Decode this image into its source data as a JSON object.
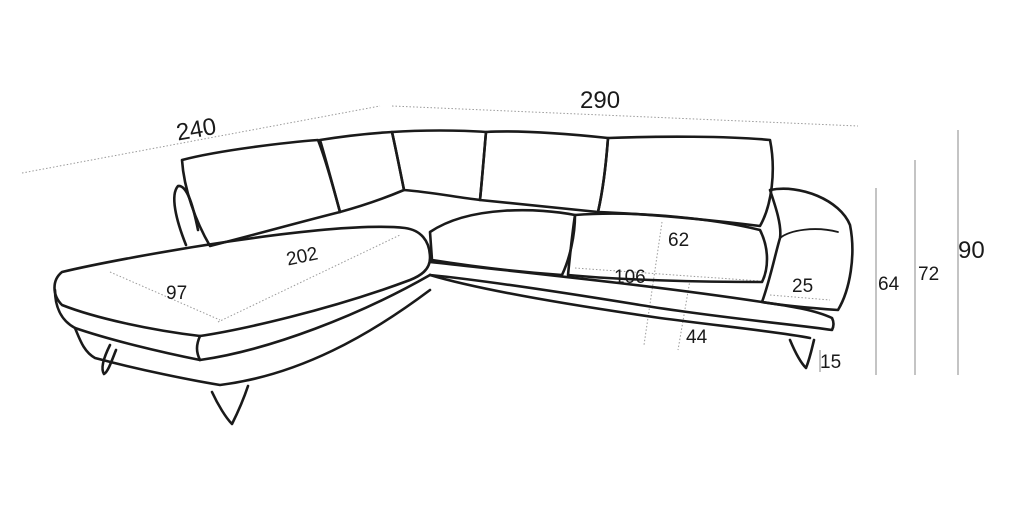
{
  "dimensions": {
    "left_depth": "240",
    "total_width": "290",
    "height_total": "90",
    "height_arm": "72",
    "height_back": "64",
    "chaise_length": "202",
    "chaise_width": "97",
    "seat_depth": "62",
    "seat_width": "106",
    "seat_height": "44",
    "arm_width": "25",
    "leg_height": "15"
  }
}
